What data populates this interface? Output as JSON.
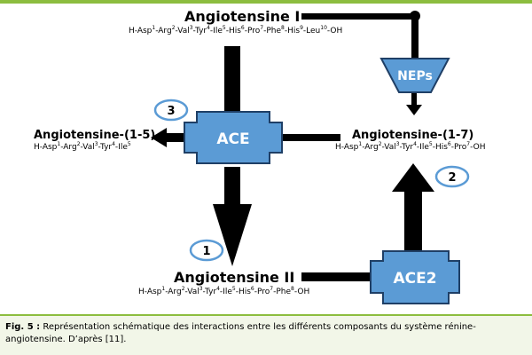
{
  "nodes": {
    "ang1": {
      "name": "Angiotensine I",
      "formula": [
        [
          "H-Asp",
          ""
        ],
        [
          "1",
          true
        ],
        [
          "-Arg",
          ""
        ],
        [
          "2",
          true
        ],
        [
          "-Val",
          ""
        ],
        [
          "3",
          true
        ],
        [
          "-Tyr",
          ""
        ],
        [
          "4",
          true
        ],
        [
          "-Ile",
          ""
        ],
        [
          "5",
          true
        ],
        [
          "-His",
          ""
        ],
        [
          "6",
          true
        ],
        [
          "-Pro",
          ""
        ],
        [
          "7",
          true
        ],
        [
          "-Phe",
          ""
        ],
        [
          "8",
          true
        ],
        [
          "-His",
          ""
        ],
        [
          "9",
          true
        ],
        [
          "-Leu",
          ""
        ],
        [
          "10",
          true
        ],
        [
          "-OH",
          ""
        ]
      ]
    },
    "ang15": {
      "name": "Angiotensine-(1-5)",
      "formula": [
        [
          "H-Asp",
          ""
        ],
        [
          "1",
          true
        ],
        [
          "-Arg",
          ""
        ],
        [
          "2",
          true
        ],
        [
          "-Val",
          ""
        ],
        [
          "3",
          true
        ],
        [
          "-Tyr",
          ""
        ],
        [
          "4",
          true
        ],
        [
          "-Ile",
          ""
        ],
        [
          "5",
          true
        ]
      ]
    },
    "ang17": {
      "name": "Angiotensine-(1-7)",
      "formula": [
        [
          "H-Asp",
          ""
        ],
        [
          "1",
          true
        ],
        [
          "-Arg",
          ""
        ],
        [
          "2",
          true
        ],
        [
          "-Val",
          ""
        ],
        [
          "3",
          true
        ],
        [
          "-Tyr",
          ""
        ],
        [
          "4",
          true
        ],
        [
          "-Ile",
          ""
        ],
        [
          "5",
          true
        ],
        [
          "-His",
          ""
        ],
        [
          "6",
          true
        ],
        [
          "-Pro",
          ""
        ],
        [
          "7",
          true
        ],
        [
          "-OH",
          ""
        ]
      ]
    },
    "ang2": {
      "name": "Angiotensine II",
      "formula": [
        [
          "H-Asp",
          ""
        ],
        [
          "1",
          true
        ],
        [
          "-Arg",
          ""
        ],
        [
          "2",
          true
        ],
        [
          "-Val",
          ""
        ],
        [
          "3",
          true
        ],
        [
          "-Tyr",
          ""
        ],
        [
          "4",
          true
        ],
        [
          "-Ile",
          ""
        ],
        [
          "5",
          true
        ],
        [
          "-His",
          ""
        ],
        [
          "6",
          true
        ],
        [
          "-Pro",
          ""
        ],
        [
          "7",
          true
        ],
        [
          "-Phe",
          ""
        ],
        [
          "8",
          true
        ],
        [
          "-OH",
          ""
        ]
      ]
    }
  },
  "enzymes": {
    "ace": "ACE",
    "ace2": "ACE2",
    "neps": "NEPs"
  },
  "badges": [
    "1",
    "2",
    "3"
  ],
  "colors": {
    "enzyme_fill": "#5b9bd5",
    "enzyme_stroke": "#1f3f66",
    "badge_stroke": "#5b9bd5",
    "border": "#8cbd3f",
    "caption_bg": "#f2f6e8"
  },
  "caption": {
    "fig_label": "Fig. 5 :",
    "text": " Représentation schématique des interactions entre les différents composants du système rénine-angiotensine. D’après [11]."
  }
}
